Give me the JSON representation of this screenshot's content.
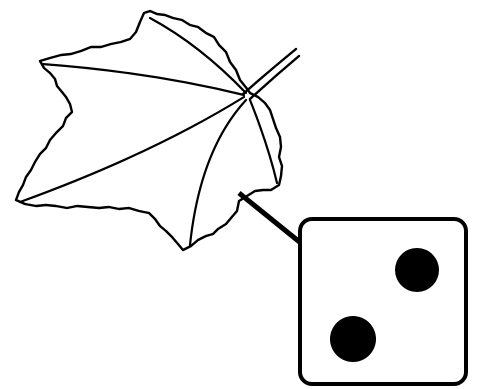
{
  "colors": {
    "background": "#ffffff",
    "ink": "#000000"
  },
  "leaf": {
    "icon": "leaf-icon"
  },
  "connector": {
    "icon": "pointer-line"
  },
  "die": {
    "icon": "die-face",
    "face_value": 2
  }
}
